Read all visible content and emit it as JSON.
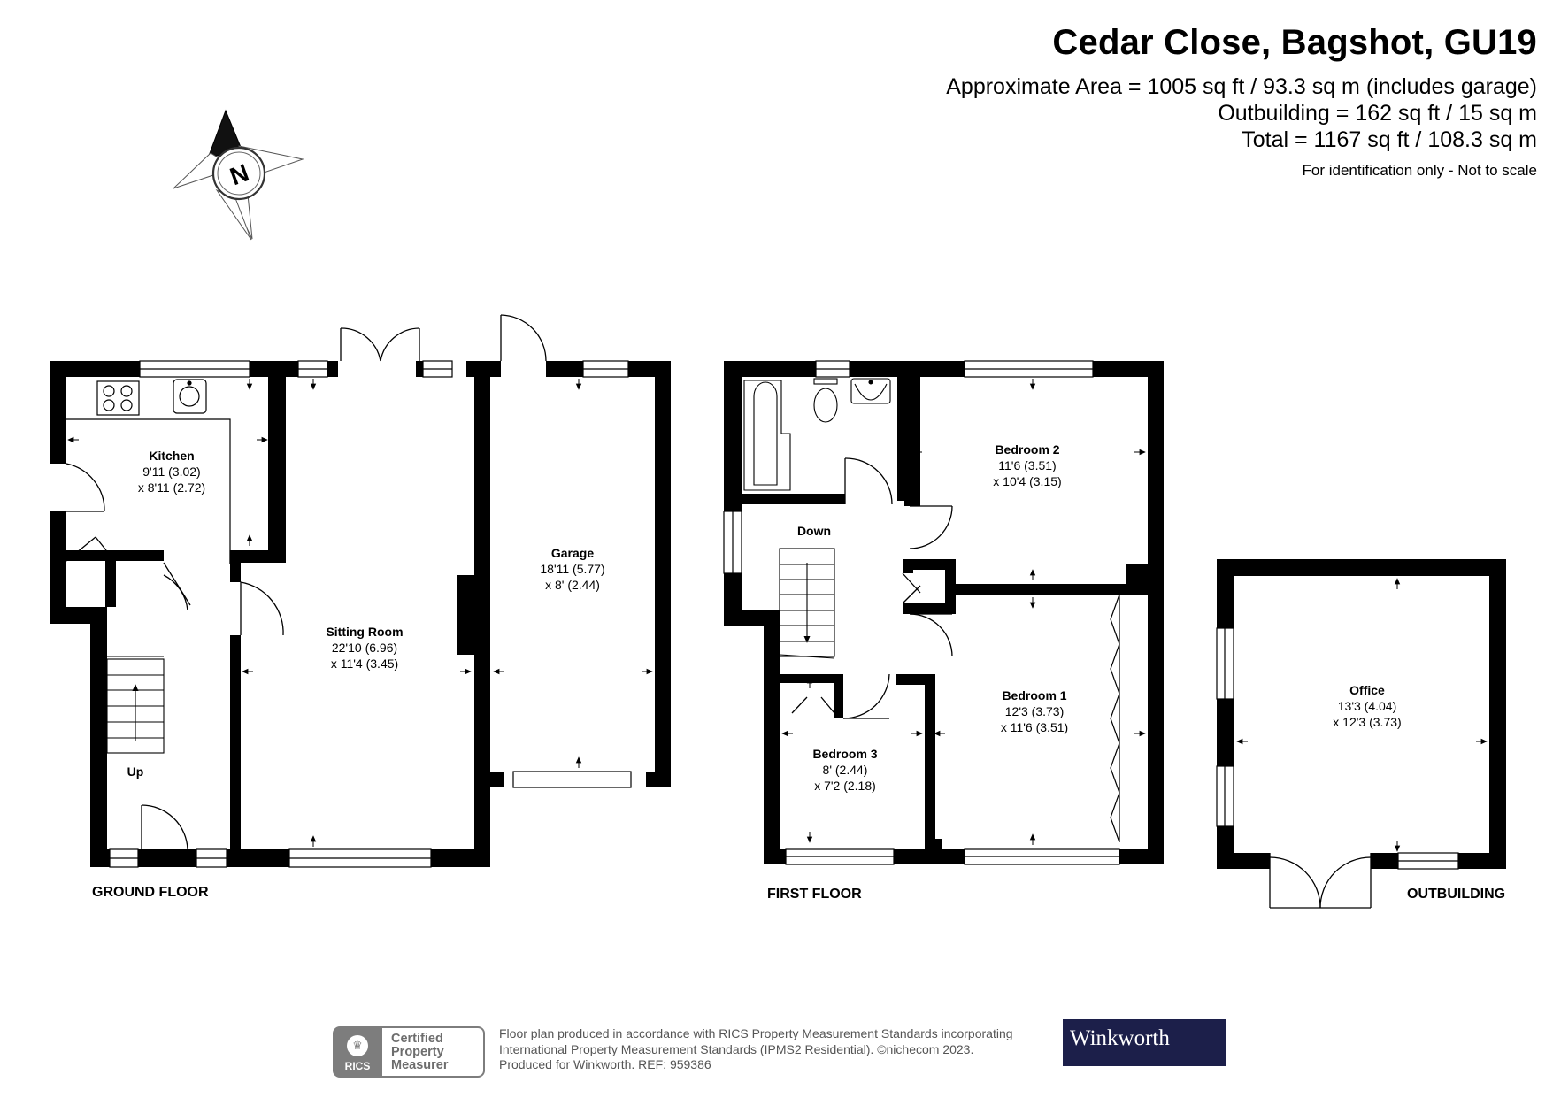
{
  "header": {
    "title": "Cedar Close, Bagshot, GU19",
    "area_main": "Approximate Area = 1005 sq ft / 93.3 sq m (includes garage)",
    "area_outbuilding": "Outbuilding = 162 sq ft / 15 sq m",
    "area_total": "Total = 1167 sq ft / 108.3 sq m",
    "note": "For identification only - Not to scale"
  },
  "compass": {
    "label": "N",
    "icon": "compass-rose-icon"
  },
  "floors": {
    "ground": {
      "label": "GROUND FLOOR",
      "rooms": {
        "kitchen": {
          "name": "Kitchen",
          "dim1": "9'11 (3.02)",
          "dim2": "x 8'11 (2.72)"
        },
        "sitting_room": {
          "name": "Sitting Room",
          "dim1": "22'10 (6.96)",
          "dim2": "x 11'4 (3.45)"
        },
        "garage": {
          "name": "Garage",
          "dim1": "18'11 (5.77)",
          "dim2": "x 8' (2.44)"
        }
      },
      "stairs_label": "Up"
    },
    "first": {
      "label": "FIRST FLOOR",
      "rooms": {
        "bedroom2": {
          "name": "Bedroom 2",
          "dim1": "11'6 (3.51)",
          "dim2": "x 10'4 (3.15)"
        },
        "bedroom1": {
          "name": "Bedroom 1",
          "dim1": "12'3 (3.73)",
          "dim2": "x 11'6 (3.51)"
        },
        "bedroom3": {
          "name": "Bedroom 3",
          "dim1": "8' (2.44)",
          "dim2": "x 7'2 (2.18)"
        }
      },
      "stairs_label": "Down"
    },
    "outbuilding": {
      "label": "OUTBUILDING",
      "rooms": {
        "office": {
          "name": "Office",
          "dim1": "13'3 (4.04)",
          "dim2": "x 12'3 (3.73)"
        }
      }
    }
  },
  "footer": {
    "line1": "Floor plan produced in accordance with RICS Property Measurement Standards incorporating",
    "line2": "International Property Measurement Standards (IPMS2 Residential).  ©nichecom 2023.",
    "line3": "Produced for Winkworth.    REF:  959386",
    "rics": {
      "badge": "RICS",
      "line1": "Certified",
      "line2": "Property",
      "line3": "Measurer"
    },
    "brand": "Winkworth"
  },
  "colors": {
    "wall": "#000000",
    "brand_bg": "#1c1f4a",
    "rics_grey": "#7d7d7d"
  }
}
